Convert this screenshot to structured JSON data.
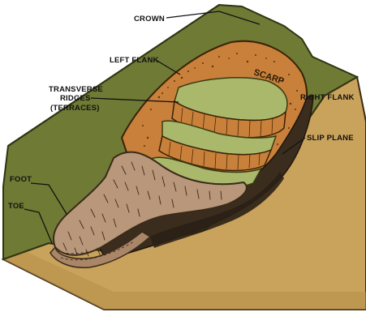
{
  "labels": {
    "crown": "CROWN",
    "left_flank": "LEFT FLANK",
    "scarp": "SCARP",
    "transverse_ridges_line1": "TRANSVERSE",
    "transverse_ridges_line2": "RIDGES",
    "transverse_ridges_line3": "(TERRACES)",
    "right_flank": "RIGHT FLANK",
    "slip_plane": "SLIP PLANE",
    "foot": "FOOT",
    "toe": "TOE"
  },
  "colors": {
    "grass": "#6f7a35",
    "soil_side": "#c9a25c",
    "scarp_orange": "#c8803a",
    "terrace_green": "#a9b86a",
    "slide_body": "#b8977b",
    "slip_dark": "#3b2d1e"
  }
}
